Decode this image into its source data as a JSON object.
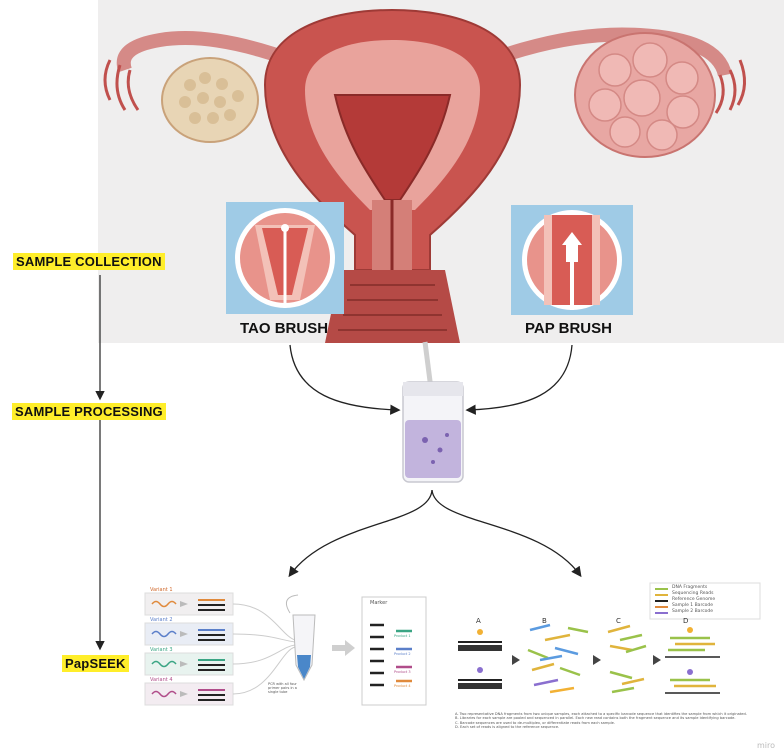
{
  "stages": {
    "collection": "SAMPLE COLLECTION",
    "processing": "SAMPLE PROCESSING",
    "papseek": "PapSEEK"
  },
  "brushes": {
    "tao": "TAO BRUSH",
    "pap": "PAP BRUSH"
  },
  "panel_left": {
    "variants": [
      "Variant 1",
      "Variant 2",
      "Variant 3",
      "Variant 4"
    ],
    "marker_title": "Marker",
    "tube_caption": "PCR with all four primer pairs in a single tube",
    "products": [
      "Product 1",
      "Product 2",
      "Product 3",
      "Product 4"
    ]
  },
  "panel_right": {
    "step_letters": [
      "A",
      "B",
      "C",
      "D"
    ],
    "legend": [
      "DNA Fragments",
      "Sequencing Reads",
      "Reference Genome",
      "Sample 1 Barcode",
      "Sample 2 Barcode"
    ],
    "notes": [
      "A.  Two representative DNA fragments from two unique samples, each attached to a specific barcode sequence that identifies the sample from which it originated.",
      "B.  Libraries for each sample are pooled and sequenced in parallel. Each new read contains both the fragment sequence and its sample identifying barcode.",
      "C.  Barcode sequences are used to de-multiplex, or differentiate reads from each sample.",
      "D.  Each set of reads is aligned to the reference sequence."
    ]
  },
  "watermark": "miro",
  "colors": {
    "highlight": "#ffee2a",
    "tissue": "#c9544f",
    "tissue_light": "#e9a39c",
    "inset_bg": "#9fcbe6"
  }
}
